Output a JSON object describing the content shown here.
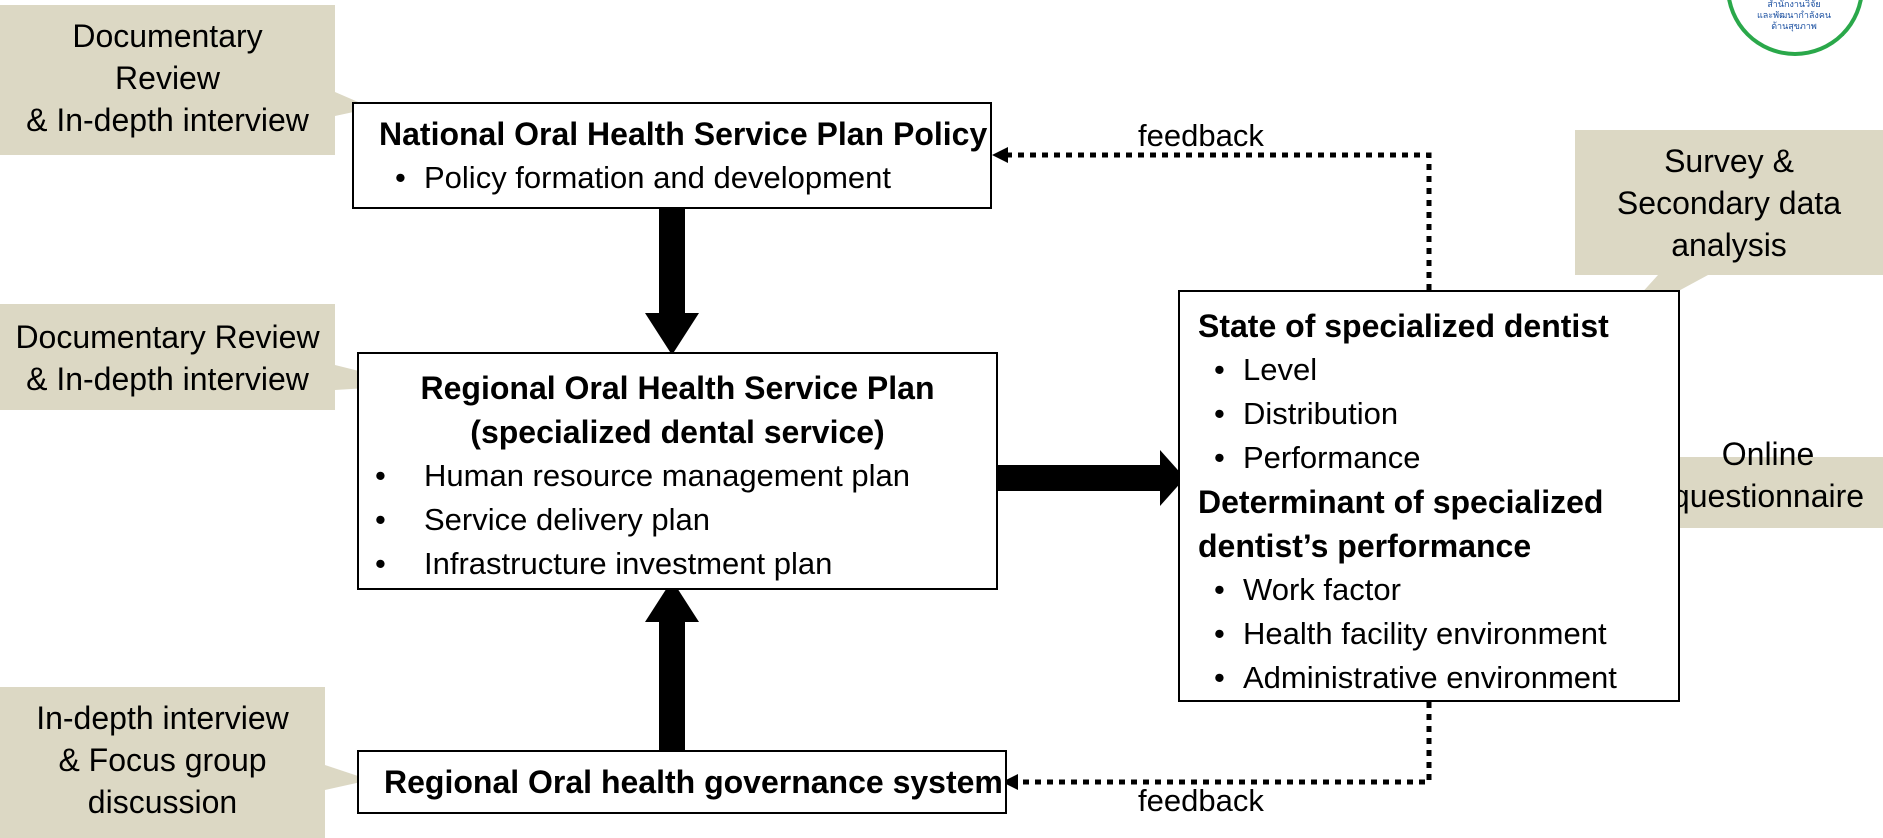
{
  "boxes": {
    "national": {
      "title": "National Oral Health Service Plan Policy",
      "items": [
        "Policy formation and development"
      ]
    },
    "regional": {
      "title_line1": "Regional Oral Health Service Plan",
      "title_line2": "(specialized dental service)",
      "items": [
        "Human resource management plan",
        "Service delivery plan",
        "Infrastructure investment plan"
      ]
    },
    "governance": {
      "title": "Regional Oral health governance system"
    },
    "state": {
      "title": "State of specialized dentist",
      "items": [
        "Level",
        "Distribution",
        "Performance"
      ],
      "title2_line1": "Determinant of specialized",
      "title2_line2": "dentist’s performance",
      "items2": [
        "Work factor",
        "Health facility environment",
        "Administrative environment"
      ]
    }
  },
  "callouts": {
    "doc_review_1": "Documentary\nReview\n& In-depth interview",
    "doc_review_2": "Documentary Review\n& In-depth interview",
    "in_depth": "In-depth interview\n& Focus group\ndiscussion",
    "survey": "Survey &\nSecondary data\nanalysis",
    "online": "Online\nquestionnaire"
  },
  "feedback_top": "feedback",
  "feedback_bottom": "feedback",
  "logo": {
    "text": "สำนักงานวิจัย\nและพัฒนากำลังคน\nด้านสุขภาพ"
  },
  "colors": {
    "callout_fill": "#dcd8c4",
    "logo_ring": "#2aa84a",
    "logo_text": "#1a4fa0",
    "stroke": "#000000"
  }
}
